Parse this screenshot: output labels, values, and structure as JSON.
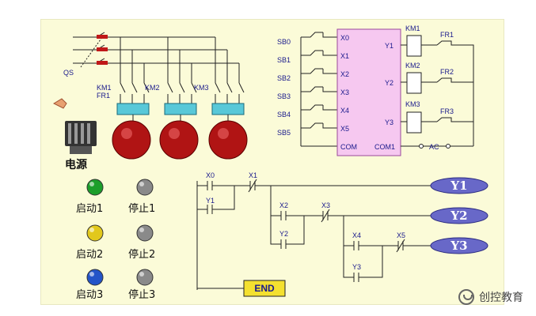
{
  "switches": {
    "qs": "QS",
    "km1": "KM1",
    "fr1": "FR1",
    "km2": "KM2",
    "km3": "KM3"
  },
  "power_label": "电源",
  "buttons": [
    {
      "label": "启动1",
      "color": "#1c9e2a"
    },
    {
      "label": "停止1",
      "color": "#8a8a8a"
    },
    {
      "label": "启动2",
      "color": "#e2c81c"
    },
    {
      "label": "停止2",
      "color": "#8a8a8a"
    },
    {
      "label": "启动3",
      "color": "#2454c8"
    },
    {
      "label": "停止3",
      "color": "#8a8a8a"
    }
  ],
  "plc": {
    "inputs": [
      "SB0",
      "SB1",
      "SB2",
      "SB3",
      "SB4",
      "SB5"
    ],
    "input_terms": [
      "X0",
      "X1",
      "X2",
      "X3",
      "X4",
      "X5"
    ],
    "com": "COM",
    "outputs": [
      "Y1",
      "Y2",
      "Y3"
    ],
    "com1": "COM1",
    "coils": [
      "KM1",
      "KM2",
      "KM3"
    ],
    "relays": [
      "FR1",
      "FR2",
      "FR3"
    ],
    "ac": "AC"
  },
  "ladder": {
    "contacts": [
      "X0",
      "X1",
      "Y1",
      "X2",
      "X3",
      "Y2",
      "X4",
      "X5",
      "Y3"
    ],
    "coils": [
      "Y1",
      "Y2",
      "Y3"
    ],
    "end": "END"
  },
  "watermark": "创控教育",
  "colors": {
    "panel": "#fbfbd8",
    "plc_body": "#f6c8f0",
    "coil": "#6868c8",
    "motor": "#b01414",
    "wire": "#1a1a6a"
  }
}
